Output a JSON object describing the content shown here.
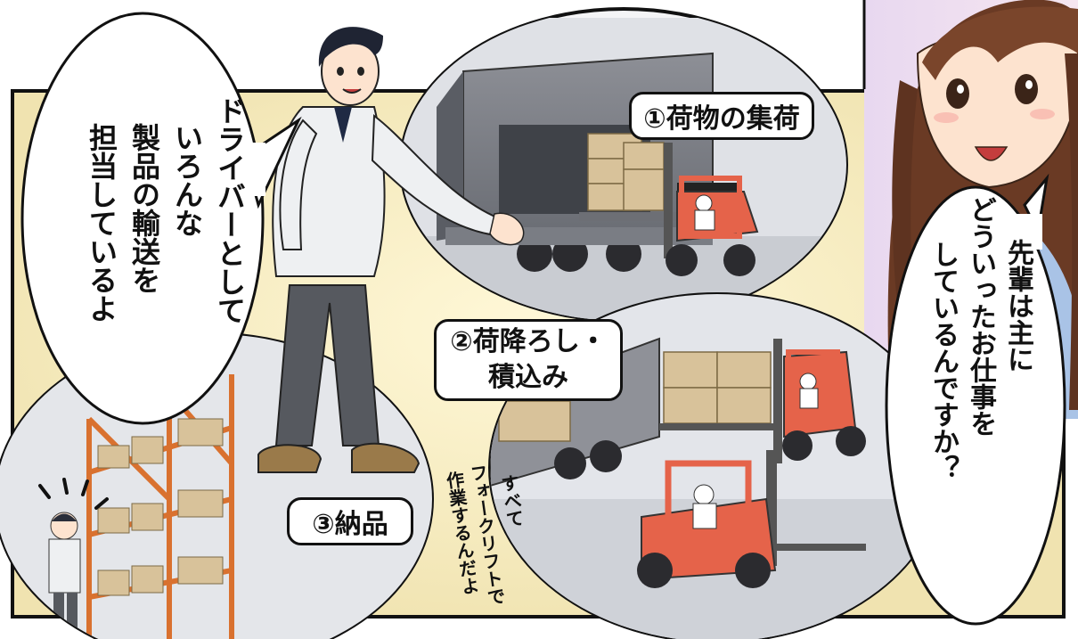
{
  "panel_label_1": "①荷物の集荷",
  "panel_label_2_line1": "②荷降ろし・",
  "panel_label_2_line2": "積込み",
  "panel_label_3": "③納品",
  "speech_man": [
    "ドライバーとして",
    "いろんな",
    "製品の輸送を",
    "担当しているよ"
  ],
  "speech_woman": [
    "先輩は主に",
    "どういったお仕事を",
    "しているんですか？"
  ],
  "sfx_forklift": [
    "すべて",
    "フォークリフトで",
    "作業するんだよ"
  ],
  "colors": {
    "panel_bg": "#f3ecc8",
    "forklift": "#e5634a",
    "rack": "#d9712f",
    "box": "#d8c29a",
    "jacket": "#eef0f2",
    "pants": "#56595f",
    "hair_woman": "#6a3a24"
  }
}
